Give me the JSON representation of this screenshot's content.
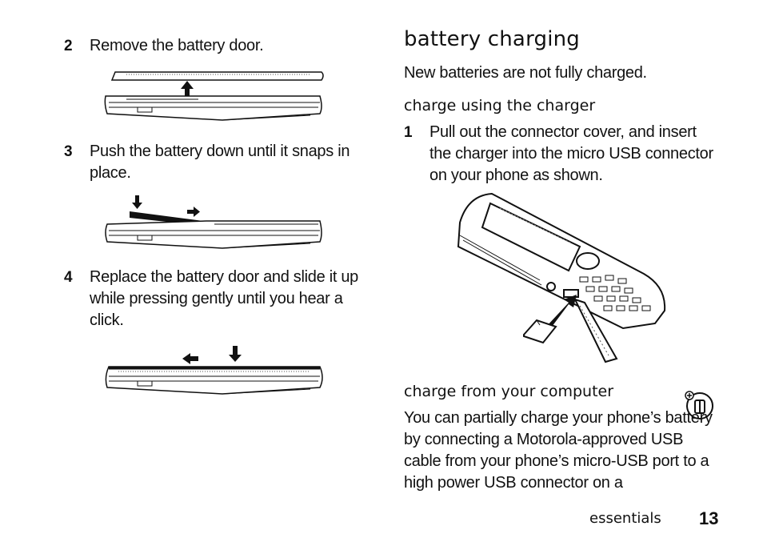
{
  "left": {
    "steps": [
      {
        "num": "2",
        "text": "Remove the battery door."
      },
      {
        "num": "3",
        "text": "Push the battery down until it snaps in place."
      },
      {
        "num": "4",
        "text": "Replace the battery door and slide it up while pressing gently until you hear a click."
      }
    ]
  },
  "right": {
    "title": "battery charging",
    "intro": "New batteries are not fully charged.",
    "charger": {
      "heading": "charge using the charger",
      "step_num": "1",
      "step_text": "Pull out the connector cover, and insert the charger into the micro USB connector on your phone as shown."
    },
    "computer": {
      "heading": "charge from your computer",
      "text": "You can partially charge your phone’s battery by connecting a Motorola-approved USB cable from your phone’s micro-USB port to a high power USB connector on a"
    }
  },
  "footer": {
    "section": "essentials",
    "page": "13"
  },
  "icons": {
    "step2": "remove-battery-door-illustration",
    "step3": "insert-battery-illustration",
    "step4": "replace-battery-door-illustration",
    "charger": "phone-charger-illustration",
    "feature": "feature-availability-icon"
  }
}
